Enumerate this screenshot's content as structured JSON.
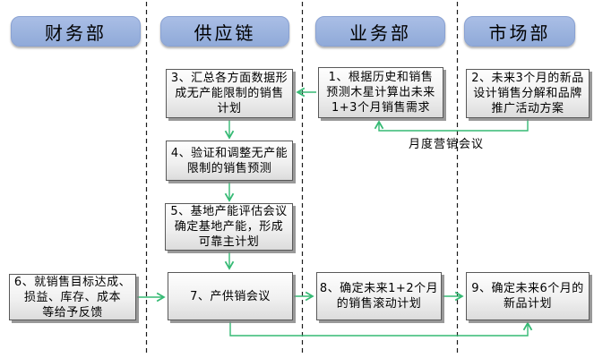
{
  "lanes": [
    {
      "label": "财务部"
    },
    {
      "label": "供应链"
    },
    {
      "label": "业务部"
    },
    {
      "label": "市场部"
    }
  ],
  "boxes": [
    {
      "id": "1",
      "text": "1、根据历史和销售\n预测木星计算出未来\n1+3个月销售需求"
    },
    {
      "id": "2",
      "text": "2、未来3个月的新品\n设计销售分解和品牌\n推广活动方案"
    },
    {
      "id": "3",
      "text": "3、汇总各方面数据形\n成无产能限制的销售\n计划"
    },
    {
      "id": "4",
      "text": "4、验证和调整无产能\n限制的销售预测"
    },
    {
      "id": "5",
      "text": "5、基地产能评估会议\n确定基地产能，形成\n可靠主计划"
    },
    {
      "id": "6",
      "text": "6、就销售目标达成、\n损益、库存、成本\n等给予反馈"
    },
    {
      "id": "7",
      "text": "7、产供销会议"
    },
    {
      "id": "8",
      "text": "8、确定未来1+2个月\n的销售滚动计划"
    },
    {
      "id": "9",
      "text": "9、确定未来6个月的\n新品计划"
    }
  ],
  "labels": {
    "monthly_marketing_meeting": "月度营销会议"
  },
  "colors": {
    "lane_pill_fill": "#9BB3DE",
    "lane_pill_border": "#8AA2D2",
    "arrow_green": "#35BA74",
    "box_border": "#595959",
    "divider_black": "#1A1A1A"
  }
}
